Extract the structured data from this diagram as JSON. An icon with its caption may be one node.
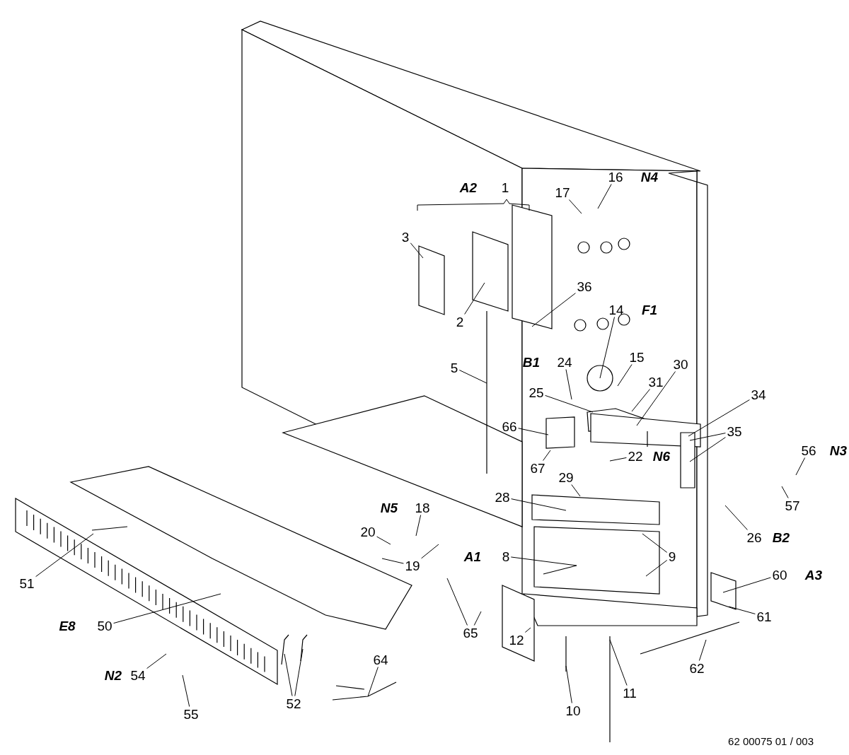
{
  "diagram": {
    "nodes": [
      {
        "text": [
          "16"
        ]
      },
      {
        "text": [
          "17"
        ]
      },
      {
        "text": [
          "3"
        ]
      },
      {
        "text": [
          "2"
        ]
      },
      {
        "text": [
          "36"
        ]
      },
      {
        "text": [
          "14"
        ]
      },
      {
        "text": [
          "15"
        ]
      },
      {
        "text": [
          "24"
        ]
      },
      {
        "text": [
          "5"
        ]
      },
      {
        "text": [
          "30"
        ]
      },
      {
        "text": [
          "31"
        ]
      },
      {
        "text": [
          "34"
        ]
      },
      {
        "text": [
          "25"
        ]
      },
      {
        "text": [
          "66"
        ]
      },
      {
        "text": [
          "35"
        ]
      },
      {
        "text": [
          "56"
        ]
      },
      {
        "text": [
          "22"
        ]
      },
      {
        "text": [
          "67"
        ]
      },
      {
        "text": [
          "29"
        ]
      },
      {
        "text": [
          "28"
        ]
      },
      {
        "text": [
          "57"
        ]
      },
      {
        "text": [
          "18"
        ]
      },
      {
        "text": [
          "20"
        ]
      },
      {
        "text": [
          "26"
        ]
      },
      {
        "text": [
          "8"
        ]
      },
      {
        "text": [
          "9"
        ]
      },
      {
        "text": [
          "19"
        ]
      },
      {
        "text": [
          "60"
        ]
      },
      {
        "text": [
          "51"
        ]
      },
      {
        "text": [
          "61"
        ]
      },
      {
        "text": [
          "50"
        ]
      },
      {
        "text": [
          "65"
        ]
      },
      {
        "text": [
          "12"
        ]
      },
      {
        "text": [
          "64"
        ]
      },
      {
        "text": [
          "62"
        ]
      },
      {
        "text": [
          "54"
        ]
      },
      {
        "text": [
          "11"
        ]
      },
      {
        "text": [
          "52"
        ]
      },
      {
        "text": [
          "10"
        ]
      },
      {
        "text": [
          "55"
        ]
      }
    ],
    "edges": [
      {
        "from": 0,
        "to": null,
        "arrow": "none"
      },
      {
        "from": 1,
        "to": null,
        "arrow": "none"
      },
      {
        "from": 2,
        "to": null,
        "arrow": "none"
      },
      {
        "from": 3,
        "to": null,
        "arrow": "none"
      },
      {
        "from": 4,
        "to": null,
        "arrow": "none"
      },
      {
        "from": 5,
        "to": null,
        "arrow": "none"
      },
      {
        "from": 6,
        "to": null,
        "arrow": "none"
      },
      {
        "from": 7,
        "to": null,
        "arrow": "none"
      },
      {
        "from": 8,
        "to": null,
        "arrow": "none"
      },
      {
        "from": 9,
        "to": null,
        "arrow": "none"
      },
      {
        "from": 10,
        "to": null,
        "arrow": "none"
      },
      {
        "from": 11,
        "to": null,
        "arrow": "none"
      },
      {
        "from": 12,
        "to": null,
        "arrow": "none"
      },
      {
        "from": 13,
        "to": null,
        "arrow": "none"
      },
      {
        "from": 14,
        "to": null,
        "arrow": "none"
      },
      {
        "from": 14,
        "to": null,
        "arrow": "none"
      },
      {
        "from": 15,
        "to": null,
        "arrow": "none"
      },
      {
        "from": 16,
        "to": null,
        "arrow": "none"
      },
      {
        "from": 17,
        "to": null,
        "arrow": "none"
      },
      {
        "from": 18,
        "to": null,
        "arrow": "none"
      },
      {
        "from": 19,
        "to": null,
        "arrow": "none"
      },
      {
        "from": 20,
        "to": null,
        "arrow": "none"
      },
      {
        "from": 21,
        "to": null,
        "arrow": "none"
      },
      {
        "from": 22,
        "to": null,
        "arrow": "none"
      },
      {
        "from": 23,
        "to": null,
        "arrow": "none"
      },
      {
        "from": 24,
        "to": null,
        "arrow": "none"
      },
      {
        "from": 25,
        "to": null,
        "arrow": "none"
      },
      {
        "from": 25,
        "to": null,
        "arrow": "none"
      },
      {
        "from": 26,
        "to": null,
        "arrow": "none"
      },
      {
        "from": 26,
        "to": null,
        "arrow": "none"
      },
      {
        "from": 27,
        "to": null,
        "arrow": "none"
      },
      {
        "from": 28,
        "to": null,
        "arrow": "none"
      },
      {
        "from": 29,
        "to": null,
        "arrow": "none"
      },
      {
        "from": 30,
        "to": null,
        "arrow": "none"
      },
      {
        "from": 31,
        "to": null,
        "arrow": "none"
      },
      {
        "from": 31,
        "to": null,
        "arrow": "none"
      },
      {
        "from": 32,
        "to": null,
        "arrow": "none"
      },
      {
        "from": 33,
        "to": null,
        "arrow": "none"
      },
      {
        "from": 34,
        "to": null,
        "arrow": "none"
      },
      {
        "from": 35,
        "to": null,
        "arrow": "none"
      },
      {
        "from": 36,
        "to": null,
        "arrow": "none"
      },
      {
        "from": 37,
        "to": null,
        "arrow": "none"
      },
      {
        "from": 37,
        "to": null,
        "arrow": "none"
      },
      {
        "from": 38,
        "to": null,
        "arrow": "none"
      },
      {
        "from": 39,
        "to": null,
        "arrow": "none"
      }
    ],
    "labels": [
      "A2",
      "1",
      "N4",
      "F1",
      "B1",
      "N6",
      "N3",
      "B2",
      "A1",
      "N5",
      "A3",
      "E8",
      "N2",
      "62 00075 01 / 003"
    ]
  }
}
